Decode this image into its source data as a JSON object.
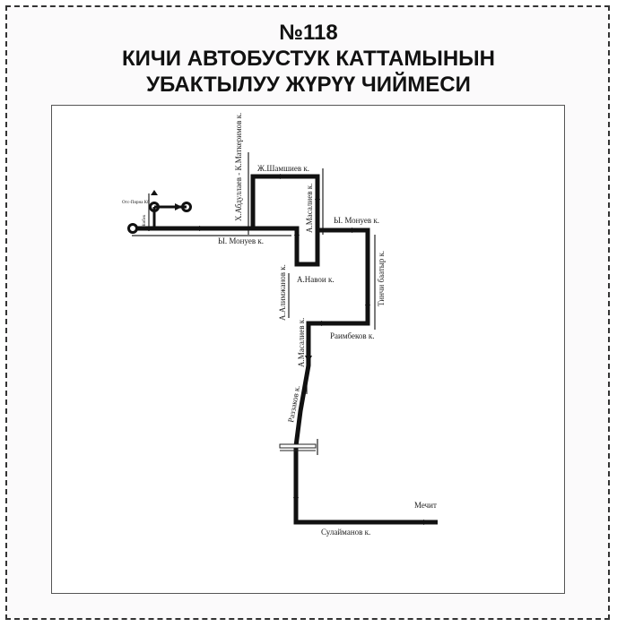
{
  "header": {
    "route_number": "№118",
    "title_line1": "КИЧИ АВТОБУСТУК КАТТАМЫНЫН",
    "title_line2": "УБАКТЫЛУУ ЖҮРҮҮ ЧИЙМЕСИ"
  },
  "streets": {
    "abdulla": "Х.Абдуллаев - К.Маткеримов к.",
    "shamshiev": "Ж.Шамшиев к.",
    "monuev_left": "Ы. Монуев к.",
    "monuev_right": "Ы. Монуев к.",
    "masaliev_upper": "А.Масалиев к.",
    "navoi": "А.Навои к.",
    "alimzhanov": "А.Алимжанов к.",
    "tinchi": "Тинчи баатыр к.",
    "raimbekov": "Раимбеков к.",
    "masaliev_lower": "А.Масалиев к.",
    "razzakov": "Раззаков к.",
    "sulaimanov": "Сулайманов к.",
    "mosque": "Мечит",
    "terminal_small_1": "Отс-Пирна Кб",
    "terminal_small_2": "Жибек"
  }
}
